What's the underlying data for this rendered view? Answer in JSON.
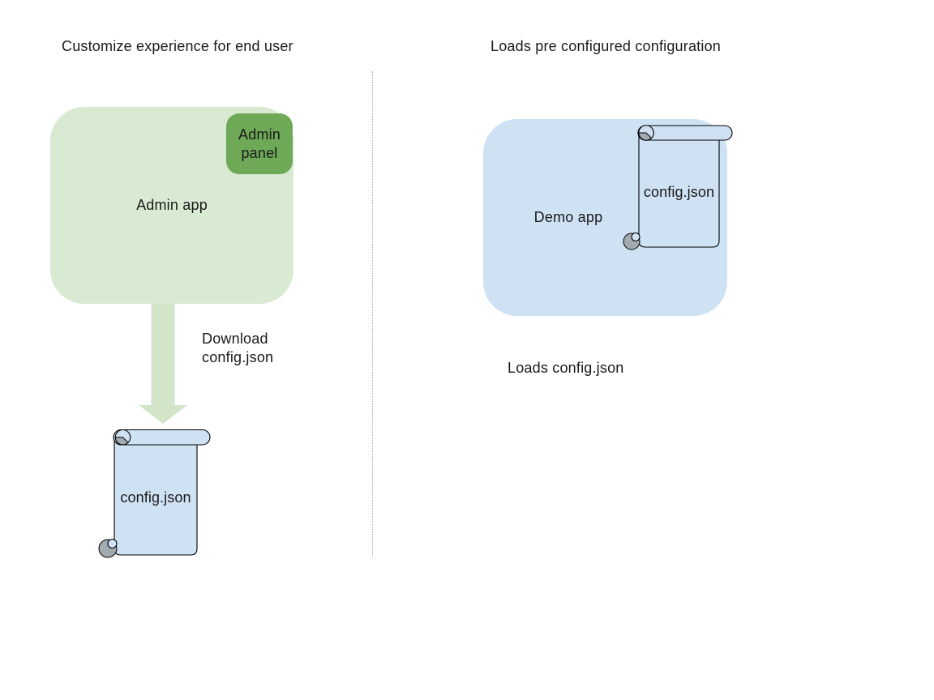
{
  "colors": {
    "app-green": "#d9ead3",
    "panel-green": "#6da956",
    "arrow-green": "#d2e5c9",
    "app-blue": "#cfe2f3",
    "scroll-blue": "#cfe2f3",
    "curl-gray": "#a2abb0",
    "outline": "#000000",
    "divider-gray": "#a6a6a6",
    "text": "#1a1a1a"
  },
  "left_section": {
    "title": "Customize experience for end user",
    "admin_app_label": "Admin app",
    "admin_panel_label": "Admin panel",
    "download_label": "Download config.json",
    "config_file_label": "config.json"
  },
  "right_section": {
    "title": "Loads pre configured configuration",
    "demo_app_label": "Demo app",
    "config_file_label": "config.json",
    "caption": "Loads config.json"
  }
}
